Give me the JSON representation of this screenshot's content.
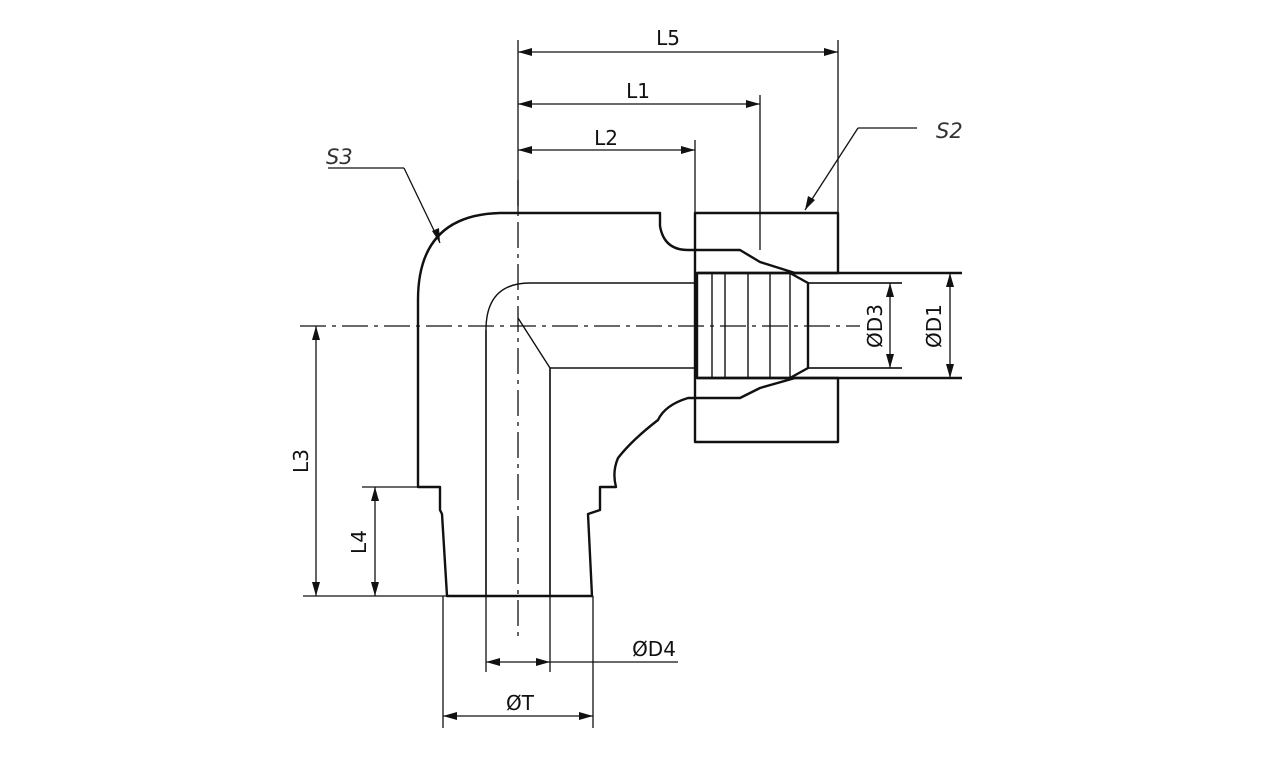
{
  "labels": {
    "L5": "L5",
    "L1": "L1",
    "L2": "L2",
    "L3": "L3",
    "L4": "L4",
    "S2": "S2",
    "S3": "S3",
    "D1": "ØD1",
    "D3": "ØD3",
    "D4": "ØD4",
    "T": "ØT"
  }
}
